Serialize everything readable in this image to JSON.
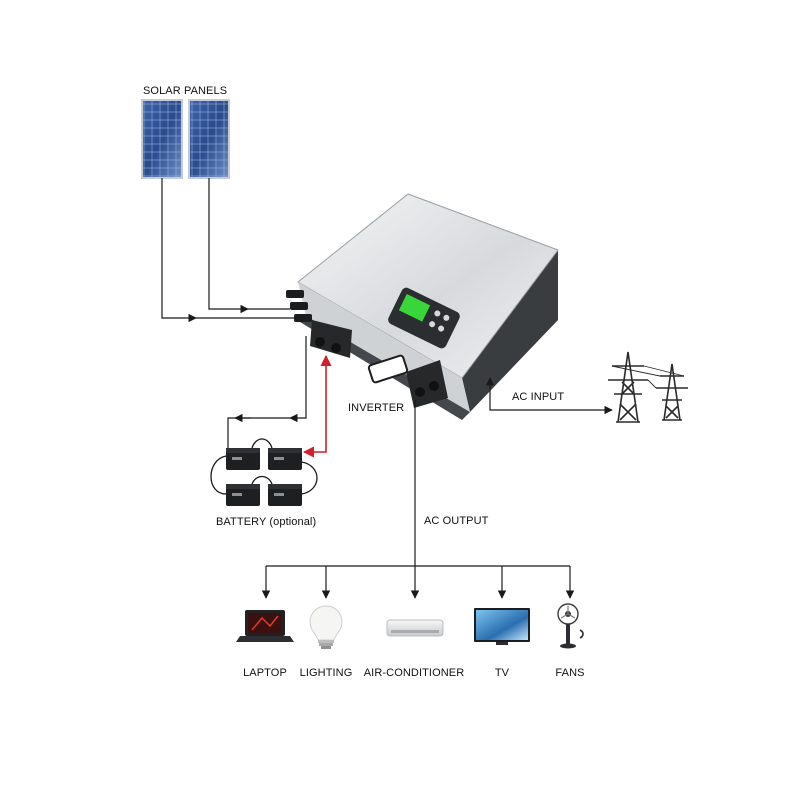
{
  "labels": {
    "solar_panels": "SOLAR PANELS",
    "inverter": "INVERTER",
    "ac_input": "AC INPUT",
    "battery": "BATTERY (optional)",
    "ac_output": "AC OUTPUT",
    "laptop": "LAPTOP",
    "lighting": "LIGHTING",
    "air_conditioner": "AIR-CONDITIONER",
    "tv": "TV",
    "fans": "FANS"
  },
  "colors": {
    "line": "#1a1a1a",
    "battery_link": "#d0202a",
    "panel": "#2c4f93",
    "inverter_body": "#e6e8ea",
    "inverter_side": "#3a3d40",
    "display": "#39d63a"
  },
  "icons": {
    "solar": "solar-panel-icon",
    "inverter": "inverter-icon",
    "tower": "power-tower-icon",
    "battery": "battery-icon",
    "laptop": "laptop-icon",
    "lighting": "light-bulb-icon",
    "air_conditioner": "air-conditioner-icon",
    "tv": "tv-icon",
    "fans": "fan-icon"
  }
}
